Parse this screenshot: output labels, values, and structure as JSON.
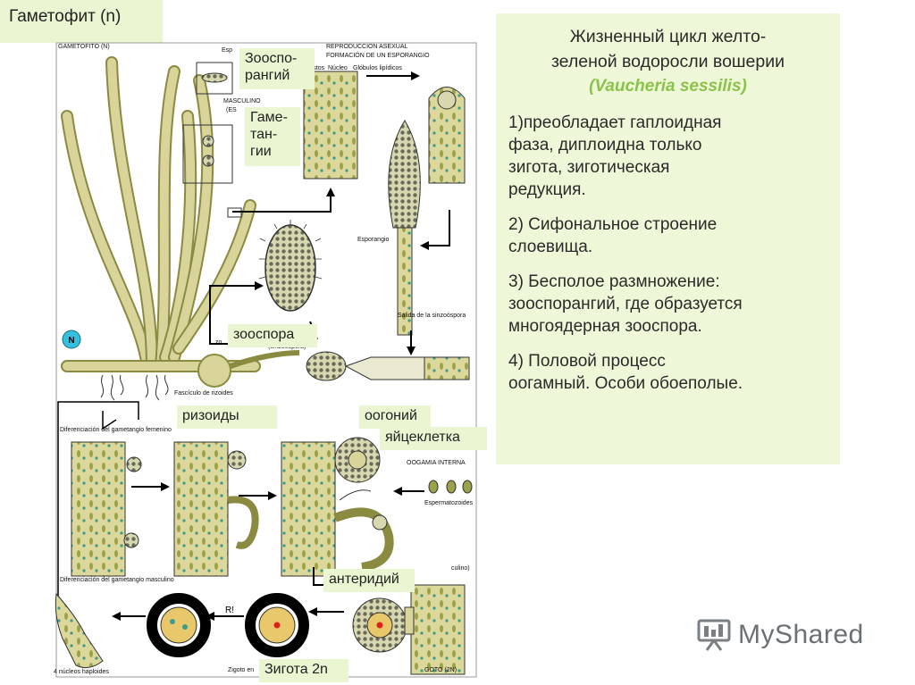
{
  "title": "Гаметофит (n)",
  "panel": {
    "heading_line1": "Жизненный цикл желто-",
    "heading_line2": "зеленой водоросли вошерии",
    "latin": "(Vaucheria sessilis)",
    "point1_l1": "1)преобладает гаплоидная",
    "point1_l2": "фаза, диплоидна только",
    "point1_l3": "зигота, зиготическая",
    "point1_l4": "редукция.",
    "point2_l1": "2) Сифональное строение",
    "point2_l2": "слоевища.",
    "point3_l1": "3) Бесполое размножение:",
    "point3_l2": "зооспорангий, где образуется",
    "point3_l3": "многоядерная зооспора.",
    "point4_l1": "4) Половой процесс",
    "point4_l2": "оогамный. Особи обоеполые."
  },
  "labels": {
    "zoosporangium_l1": "Зооспо-",
    "zoosporangium_l2": "рангий",
    "gametangia_l1": "Гаме-",
    "gametangia_l2": "тан-",
    "gametangia_l3": "гии",
    "zoospore": "зооспора",
    "rhizoids": "ризоиды",
    "oogonium": "оогоний",
    "egg_cell": "яйцеклетка",
    "antheridium": "антеридий",
    "zygote": "Зигота 2n",
    "n_badge": "N",
    "ri": "R!"
  },
  "tiny_labels": {
    "gametofito": "GAMETOFITO (N)",
    "repro": "REPRODUCCION ASEXUAL",
    "formacion": "FORMACIÓN DE UN ESPORANGIO",
    "esp": "Esp",
    "masculino": "MASCULINO",
    "es": "(ES",
    "plastos": "plastos",
    "nucleo": "Núcleo",
    "globulos": "Glóbulos lipídicos",
    "esporangio": "Esporangio",
    "salida": "Salida de la sinzoóspora",
    "sinzoospora": "(sinzoóspora)",
    "zo": "zo",
    "fasciculo": "Fascículo de rizoides",
    "diferenciacion_fem": "Diferenciación del gametangio femenino",
    "diferenciacion_masc": "Diferenciación del gametangio masculino",
    "oogamia": "OOGAMIA INTERNA",
    "espermatozoides": "Espermatozoides",
    "culino": "culino)",
    "nucleos": "4 núcleos haploides",
    "zigoto_en": "Zigoto en",
    "goto": "GOTO (2N)"
  },
  "logo": {
    "text": "MyShared"
  },
  "colors": {
    "label_bg": "#eaf5d2",
    "latin": "#8bc34a",
    "thallus": "#d8d49a",
    "thallus_stroke": "#8a8a40",
    "zygote_core": "#e02020",
    "badge": "#35c0dd"
  }
}
